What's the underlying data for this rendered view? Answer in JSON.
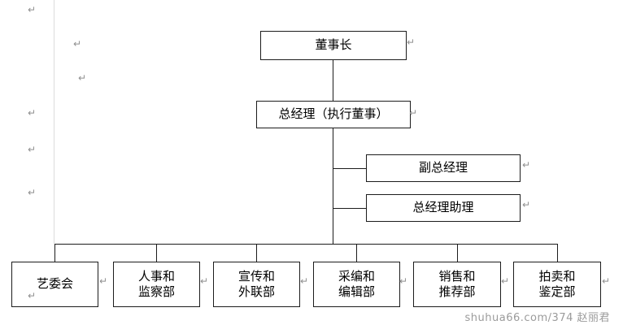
{
  "orgchart": {
    "chairman": "董事长",
    "general_manager": "总经理（执行董事）",
    "deputy_general_manager": "副总经理",
    "gm_assistant": "总经理助理",
    "departments": [
      {
        "line1": "艺委会",
        "line2": ""
      },
      {
        "line1": "人事和",
        "line2": "监察部"
      },
      {
        "line1": "宣传和",
        "line2": "外联部"
      },
      {
        "line1": "采编和",
        "line2": "编辑部"
      },
      {
        "line1": "销售和",
        "line2": "推荐部"
      },
      {
        "line1": "拍卖和",
        "line2": "鉴定部"
      }
    ]
  },
  "formatting_marks": {
    "glyph": "↵"
  },
  "document": {
    "watermark": "shuhua66.com/374 赵丽君"
  }
}
